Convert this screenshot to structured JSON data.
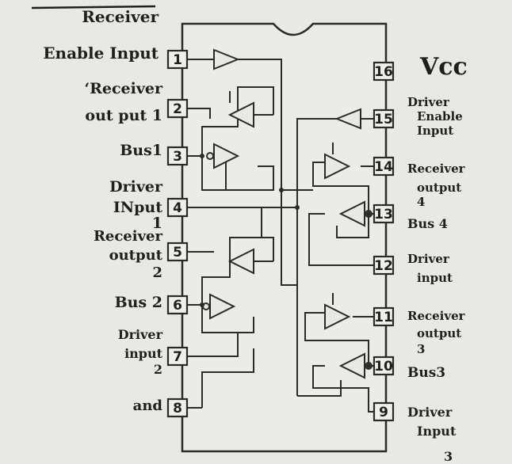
{
  "diagram": {
    "left_pins": [
      {
        "number": "1",
        "label_lines": [
          "Receiver",
          "Enable Input"
        ]
      },
      {
        "number": "2",
        "label_lines": [
          "‘Receiver",
          "out put 1"
        ]
      },
      {
        "number": "3",
        "label_lines": [
          "Bus1"
        ]
      },
      {
        "number": "4",
        "label_lines": [
          "Driver",
          "INput",
          "1"
        ]
      },
      {
        "number": "5",
        "label_lines": [
          "Receiver",
          "output",
          "2"
        ]
      },
      {
        "number": "6",
        "label_lines": [
          "Bus 2"
        ]
      },
      {
        "number": "7",
        "label_lines": [
          "Driver",
          "input",
          "2"
        ]
      },
      {
        "number": "8",
        "label_lines": [
          "and"
        ]
      }
    ],
    "right_pins": [
      {
        "number": "16",
        "label_lines": [
          "Vcc"
        ]
      },
      {
        "number": "15",
        "label_lines": [
          "Driver",
          "Enable",
          "Input"
        ]
      },
      {
        "number": "14",
        "label_lines": [
          "Receiver",
          "output",
          "4"
        ]
      },
      {
        "number": "13",
        "label_lines": [
          "Bus 4"
        ]
      },
      {
        "number": "12",
        "label_lines": [
          "Driver",
          "input"
        ]
      },
      {
        "number": "11",
        "label_lines": [
          "Receiver",
          "output",
          "3"
        ]
      },
      {
        "number": "10",
        "label_lines": [
          "Bus3"
        ]
      },
      {
        "number": "9",
        "label_lines": [
          "Driver",
          "Input",
          "3"
        ]
      }
    ]
  }
}
